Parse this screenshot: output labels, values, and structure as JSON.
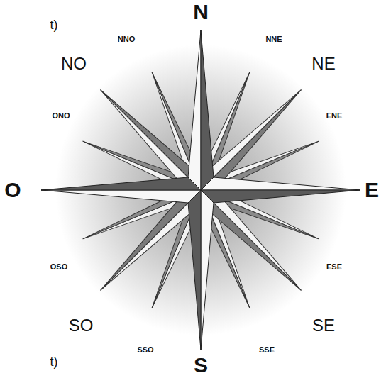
{
  "diagram": {
    "labels": [
      "t)",
      "N",
      "NNO",
      "NNE",
      "NO",
      "NE",
      "ONO",
      "ENE",
      "O",
      "E",
      "OSO",
      "ESE",
      "SO",
      "SE",
      "t)",
      "SSO",
      "SSE",
      "S"
    ]
  }
}
